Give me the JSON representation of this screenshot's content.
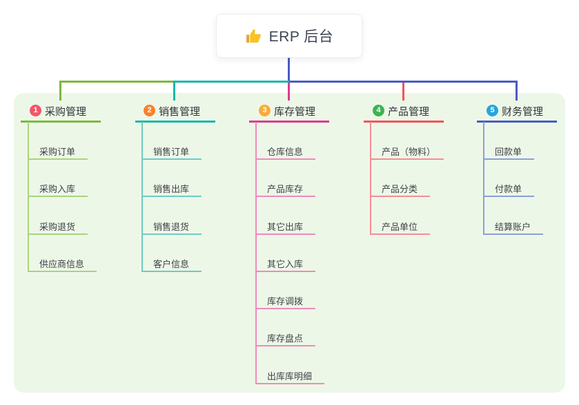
{
  "root": {
    "title": "ERP 后台",
    "icon": "thumbs-up"
  },
  "branches": [
    {
      "index": "1",
      "label": "采购管理",
      "badge_color": "#f25767",
      "branch_color": "#7cb93e",
      "child_line_color": "#a8d47c",
      "children": [
        "采购订单",
        "采购入库",
        "采购退货",
        "供应商信息"
      ]
    },
    {
      "index": "2",
      "label": "销售管理",
      "badge_color": "#f8812f",
      "branch_color": "#16b8ac",
      "child_line_color": "#6fcac2",
      "children": [
        "销售订单",
        "销售出库",
        "销售退货",
        "客户信息"
      ]
    },
    {
      "index": "3",
      "label": "库存管理",
      "badge_color": "#fbab35",
      "branch_color": "#dd3a90",
      "child_line_color": "#ef8abc",
      "children": [
        "仓库信息",
        "产品库存",
        "其它出库",
        "其它入库",
        "库存调拨",
        "库存盘点",
        "出库库明细"
      ]
    },
    {
      "index": "4",
      "label": "产品管理",
      "badge_color": "#3cb353",
      "branch_color": "#f4515c",
      "child_line_color": "#f58d95",
      "children": [
        "产品（物料）",
        "产品分类",
        "产品单位"
      ]
    },
    {
      "index": "5",
      "label": "财务管理",
      "badge_color": "#27a5dd",
      "branch_color": "#4a5ac5",
      "child_line_color": "#8aa0d8",
      "children": [
        "回款单",
        "付款单",
        "结算账户"
      ]
    }
  ],
  "colors": {
    "canvas_bg": "#ffffff",
    "panel_bg": "#edf7e8",
    "root_stem": "#4a5ac5",
    "icon_yellow": "#f7c325"
  }
}
